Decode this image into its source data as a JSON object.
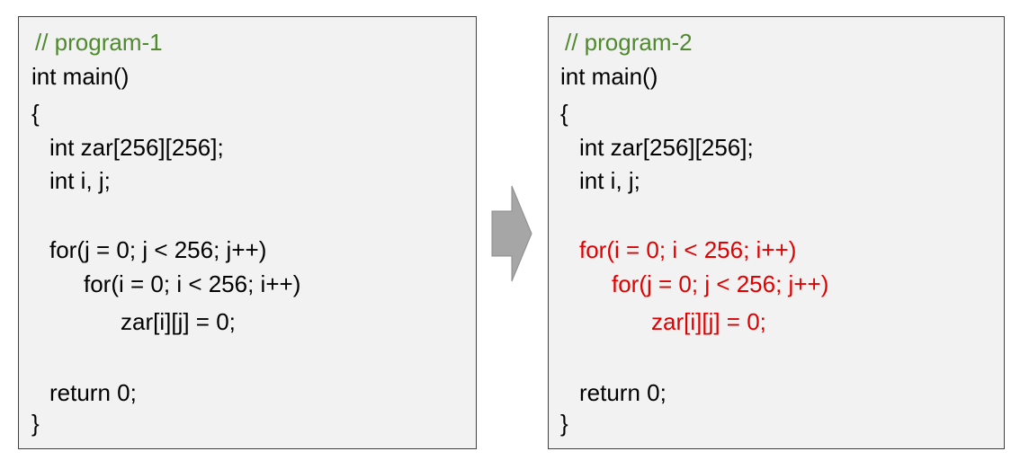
{
  "colors": {
    "comment": "#4f8a2e",
    "highlight": "#e00000",
    "text": "#000000",
    "box_fill": "#f2f2f2",
    "arrow_fill": "#a6a6a6"
  },
  "program1": {
    "comment": "// program-1",
    "line_main": "int main()",
    "line_open": "{",
    "line_decl_array": "int zar[256][256];",
    "line_decl_ij": "int i, j;",
    "line_outer_loop": "for(j = 0; j < 256; j++)",
    "line_inner_loop": "for(i = 0; i < 256; i++)",
    "line_assign": "zar[i][j] = 0;",
    "line_return": "return 0;",
    "line_close": "}"
  },
  "program2": {
    "comment": "// program-2",
    "line_main": "int main()",
    "line_open": "{",
    "line_decl_array": "int zar[256][256];",
    "line_decl_ij": "int i, j;",
    "line_outer_loop": "for(i = 0; i < 256; i++)",
    "line_inner_loop": "for(j = 0; j < 256; j++)",
    "line_assign": "zar[i][j] = 0;",
    "line_return": "return 0;",
    "line_close": "}"
  },
  "arrow_icon": "right-arrow-icon"
}
